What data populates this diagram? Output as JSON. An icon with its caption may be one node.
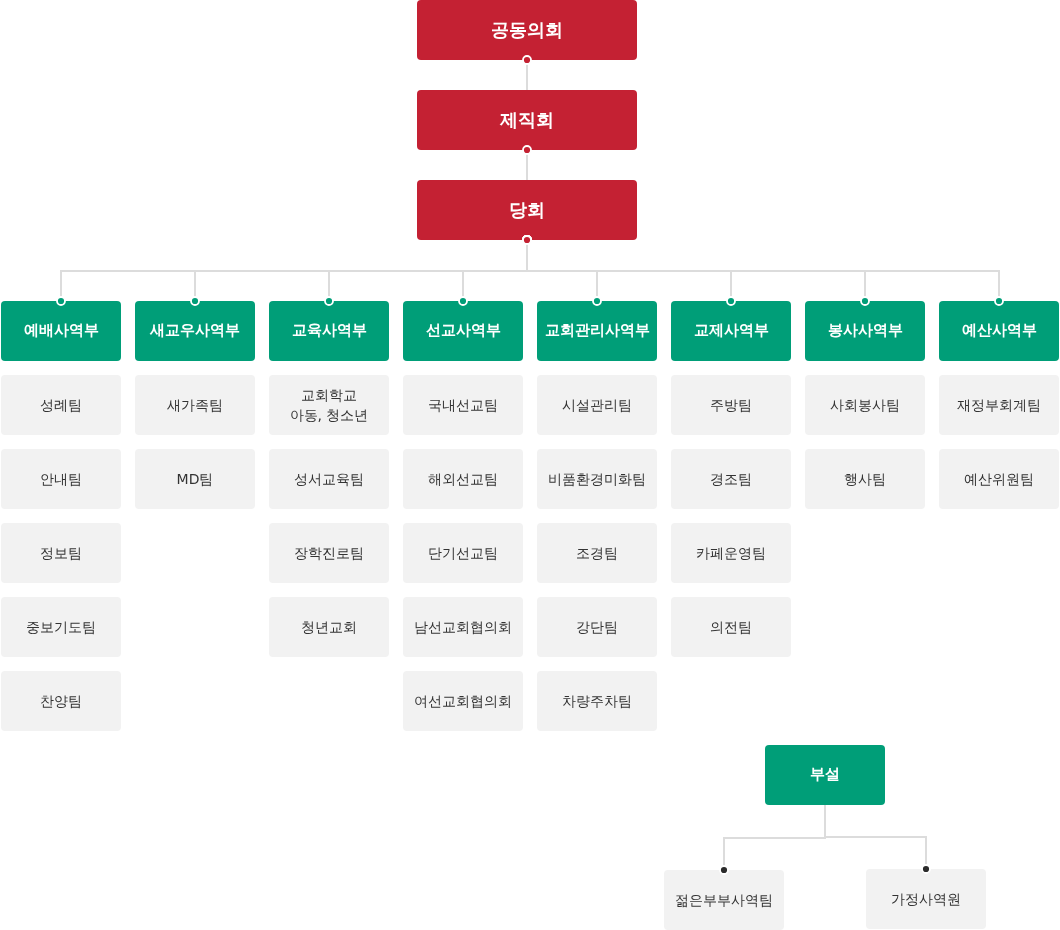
{
  "diagram": {
    "nodes": [
      {
        "text": [
          "공동의회"
        ]
      },
      {
        "text": [
          "제직회"
        ]
      },
      {
        "text": [
          "당회"
        ]
      },
      {
        "text": [
          "예배사역부"
        ]
      },
      {
        "text": [
          "새교우사역부"
        ]
      },
      {
        "text": [
          "교육사역부"
        ]
      },
      {
        "text": [
          "선교사역부"
        ]
      },
      {
        "text": [
          "교회관리사역부"
        ]
      },
      {
        "text": [
          "교제사역부"
        ]
      },
      {
        "text": [
          "봉사사역부"
        ]
      },
      {
        "text": [
          "예산사역부"
        ]
      },
      {
        "text": [
          "성례팀"
        ]
      },
      {
        "text": [
          "안내팀"
        ]
      },
      {
        "text": [
          "정보팀"
        ]
      },
      {
        "text": [
          "중보기도팀"
        ]
      },
      {
        "text": [
          "찬양팀"
        ]
      },
      {
        "text": [
          "새가족팀"
        ]
      },
      {
        "text": [
          "MD팀"
        ]
      },
      {
        "text": [
          "교회학교 아동, 청소년"
        ]
      },
      {
        "text": [
          "성서교육팀"
        ]
      },
      {
        "text": [
          "장학진로팀"
        ]
      },
      {
        "text": [
          "청년교회"
        ]
      },
      {
        "text": [
          "국내선교팀"
        ]
      },
      {
        "text": [
          "해외선교팀"
        ]
      },
      {
        "text": [
          "단기선교팀"
        ]
      },
      {
        "text": [
          "남선교회협의회"
        ]
      },
      {
        "text": [
          "여선교회협의회"
        ]
      },
      {
        "text": [
          "시설관리팀"
        ]
      },
      {
        "text": [
          "비품환경미화팀"
        ]
      },
      {
        "text": [
          "조경팀"
        ]
      },
      {
        "text": [
          "강단팀"
        ]
      },
      {
        "text": [
          "차량주차팀"
        ]
      },
      {
        "text": [
          "주방팀"
        ]
      },
      {
        "text": [
          "경조팀"
        ]
      },
      {
        "text": [
          "카페운영팀"
        ]
      },
      {
        "text": [
          "의전팀"
        ]
      },
      {
        "text": [
          "사회봉사팀"
        ]
      },
      {
        "text": [
          "행사팀"
        ]
      },
      {
        "text": [
          "재정부회계팀"
        ]
      },
      {
        "text": [
          "예산위원팀"
        ]
      },
      {
        "text": [
          "부설"
        ]
      },
      {
        "text": [
          "젊은부부사역팀"
        ]
      },
      {
        "text": [
          "가정사역원"
        ]
      }
    ],
    "edges": [
      {
        "from": 0,
        "to": 1,
        "arrow": "other"
      },
      {
        "from": 1,
        "to": 2,
        "arrow": "other"
      },
      {
        "from": 2,
        "to": 3,
        "arrow": "other"
      },
      {
        "from": 2,
        "to": 4,
        "arrow": "other"
      },
      {
        "from": 2,
        "to": 5,
        "arrow": "other"
      },
      {
        "from": 2,
        "to": 6,
        "arrow": "other"
      },
      {
        "from": 2,
        "to": 7,
        "arrow": "other"
      },
      {
        "from": 2,
        "to": 8,
        "arrow": "other"
      },
      {
        "from": 2,
        "to": 9,
        "arrow": "other"
      },
      {
        "from": 2,
        "to": 10,
        "arrow": "other"
      },
      {
        "from": 40,
        "to": 41,
        "arrow": "other"
      },
      {
        "from": 40,
        "to": 42,
        "arrow": "other"
      }
    ]
  }
}
